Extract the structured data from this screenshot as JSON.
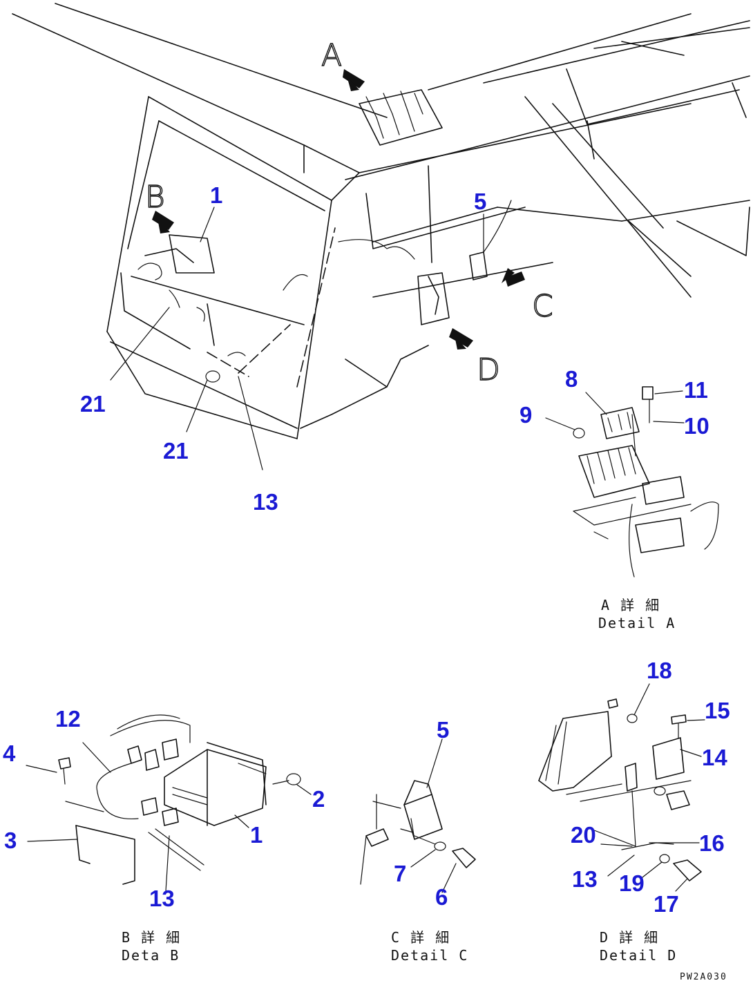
{
  "diagram": {
    "view_letters": [
      "A",
      "B",
      "C",
      "D"
    ],
    "callouts": {
      "main_view": [
        "1",
        "5",
        "21",
        "21",
        "13"
      ],
      "detail_a": [
        "8",
        "9",
        "10",
        "11"
      ],
      "detail_b": [
        "1",
        "2",
        "3",
        "4",
        "12",
        "13"
      ],
      "detail_c": [
        "5",
        "6",
        "7"
      ],
      "detail_d": [
        "13",
        "14",
        "15",
        "16",
        "17",
        "18",
        "19",
        "20"
      ]
    },
    "captions": {
      "detail_a": {
        "jp": "A 詳 細",
        "en": "Detail A"
      },
      "detail_b": {
        "jp": "B 詳 細",
        "en": "Deta   B"
      },
      "detail_c": {
        "jp": "C 詳 細",
        "en": "Detail C"
      },
      "detail_d": {
        "jp": "D 詳 細",
        "en": "Detail D"
      }
    },
    "drawing_code": "PW2A030"
  }
}
